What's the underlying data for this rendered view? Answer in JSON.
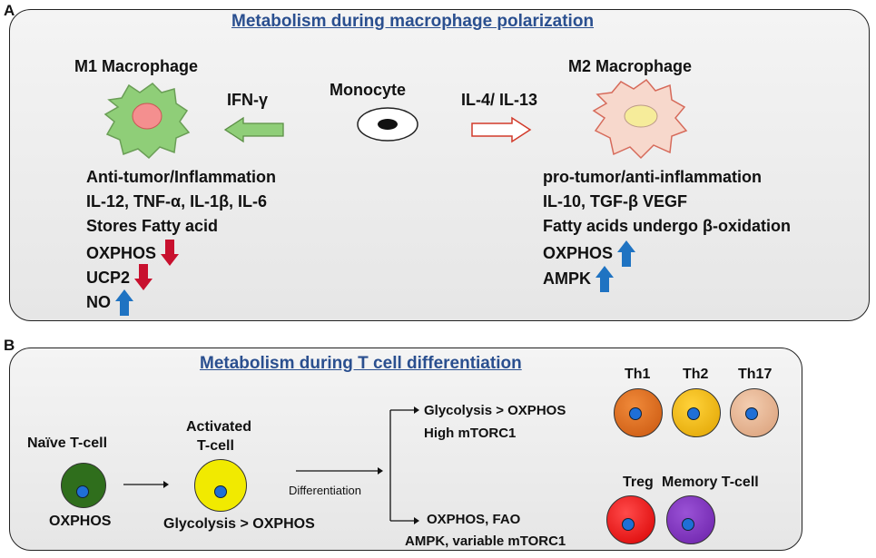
{
  "panel_a": {
    "letter": "A",
    "title": "Metabolism during macrophage polarization",
    "m1": {
      "heading": "M1 Macrophage",
      "lines": [
        "Anti-tumor/Inflammation",
        "IL-12, TNF-α, IL-1β, IL-6",
        "Stores Fatty acid"
      ],
      "markers": [
        {
          "label": "OXPHOS",
          "direction": "down"
        },
        {
          "label": "UCP2",
          "direction": "down"
        },
        {
          "label": "NO",
          "direction": "up"
        }
      ]
    },
    "m1_stimulus": "IFN-γ",
    "monocyte": "Monocyte",
    "m2_stimulus": "IL-4/ IL-13",
    "m2": {
      "heading": "M2 Macrophage",
      "lines": [
        "pro-tumor/anti-inflammation",
        "IL-10, TGF-β VEGF",
        "Fatty acids undergo β-oxidation"
      ],
      "markers": [
        {
          "label": "OXPHOS",
          "direction": "up"
        },
        {
          "label": "AMPK",
          "direction": "up"
        }
      ]
    }
  },
  "panel_b": {
    "letter": "B",
    "title": "Metabolism during T cell differentiation",
    "naive": {
      "name": "Naïve T-cell",
      "metabolism": "OXPHOS"
    },
    "activated": {
      "name_line1": "Activated",
      "name_line2": "T-cell",
      "metabolism": "Glycolysis > OXPHOS"
    },
    "differentiation_label": "Differentiation",
    "upper_branch": {
      "line1": "Glycolysis > OXPHOS",
      "line2": "High mTORC1"
    },
    "lower_branch": {
      "line1": "OXPHOS, FAO",
      "line2": "AMPK, variable mTORC1"
    },
    "effector_cells": [
      "Th1",
      "Th2",
      "Th17"
    ],
    "regulatory_cells": [
      "Treg",
      "Memory T-cell"
    ]
  },
  "colors": {
    "title_blue": "#2a4f8f",
    "down_arrow_red": "#c8102e",
    "up_arrow_blue": "#1f73c2",
    "m1_green": "#8fce78",
    "m2_pink": "#f7d8cc",
    "th1": "#e2701c",
    "th2": "#f2b800",
    "th17": "#e8b594",
    "treg": "#ee1111",
    "memory": "#7a2fb8",
    "naive": "#2f6e1c",
    "activated": "#f1ea00"
  }
}
